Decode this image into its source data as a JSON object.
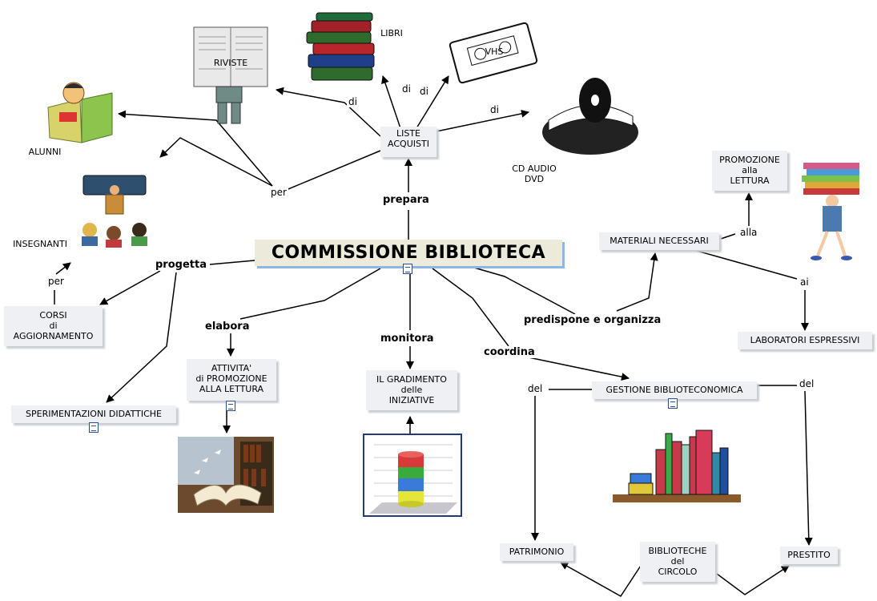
{
  "central": {
    "title": "COMMISSIONE BIBLIOTECA"
  },
  "nodes": {
    "liste_acquisti": "LISTE\nACQUISTI",
    "riviste": "RIVISTE",
    "libri": "LIBRI",
    "vhs": "VHS",
    "cd_audio_dvd": "CD AUDIO\nDVD",
    "alunni": "ALUNNI",
    "insegnanti": "INSEGNANTI",
    "corsi": "CORSI\ndi\nAGGIORNAMENTO",
    "sperimentazioni": "SPERIMENTAZIONI DIDATTICHE",
    "attivita": "ATTIVITA'\ndi PROMOZIONE\nALLA LETTURA",
    "gradimento": "IL GRADIMENTO\ndelle\nINIZIATIVE",
    "materiali": "MATERIALI NECESSARI",
    "promozione": "PROMOZIONE\nalla\nLETTURA",
    "laboratori": "LABORATORI ESPRESSIVI",
    "gestione": "GESTIONE BIBLIOTECONOMICA",
    "patrimonio": "PATRIMONIO",
    "biblioteche": "BIBLIOTECHE\ndel\nCIRCOLO",
    "prestito": "PRESTITO"
  },
  "links": {
    "prepara": "prepara",
    "progetta": "progetta",
    "elabora": "elabora",
    "monitora": "monitora",
    "coordina": "coordina",
    "predispone": "predispone e organizza",
    "di_riviste": "di",
    "di_libri": "di",
    "di_vhs": "di",
    "di_cd": "di",
    "per_alunni": "per",
    "per_corsi": "per",
    "alla": "alla",
    "ai": "ai",
    "del_left": "del",
    "del_right": "del"
  },
  "colors": {
    "node_bg": "#eef0f3",
    "main_bg": "#eceadb",
    "main_shadow": "#8db6e8",
    "line": "#000000"
  }
}
